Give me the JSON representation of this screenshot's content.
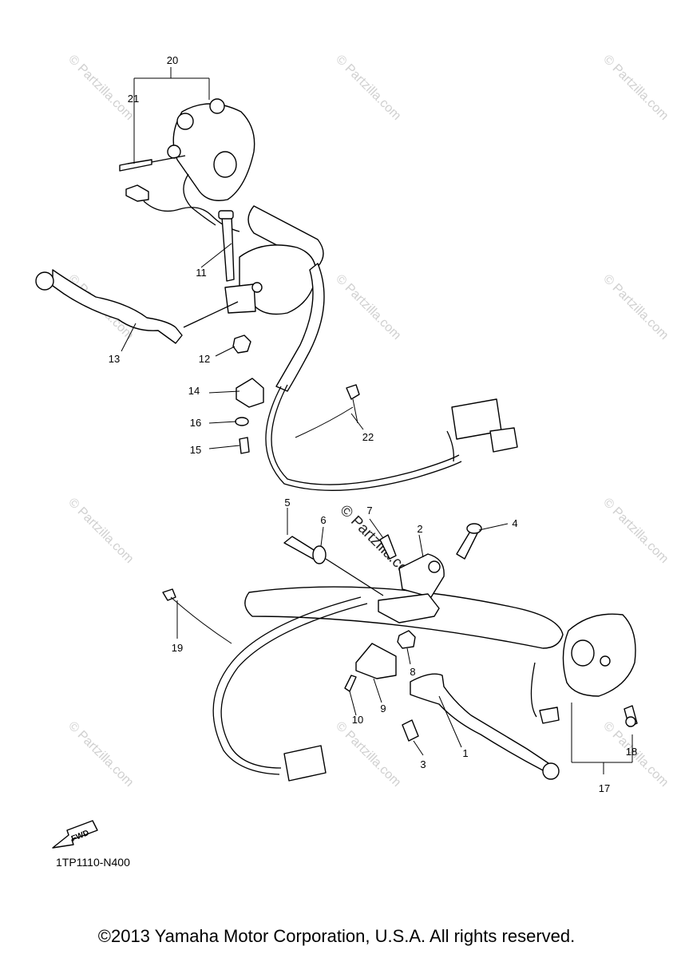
{
  "parts": [
    "1",
    "2",
    "3",
    "4",
    "5",
    "6",
    "7",
    "8",
    "9",
    "10",
    "11",
    "12",
    "13",
    "14",
    "15",
    "16",
    "17",
    "18",
    "19",
    "20",
    "21",
    "22"
  ],
  "fwd_label": "FWD",
  "watermark": "© Partzilla.com",
  "diagram_code": "1TP1110-N400",
  "copyright": "©2013 Yamaha Motor Corporation, U.S.A. All rights reserved."
}
